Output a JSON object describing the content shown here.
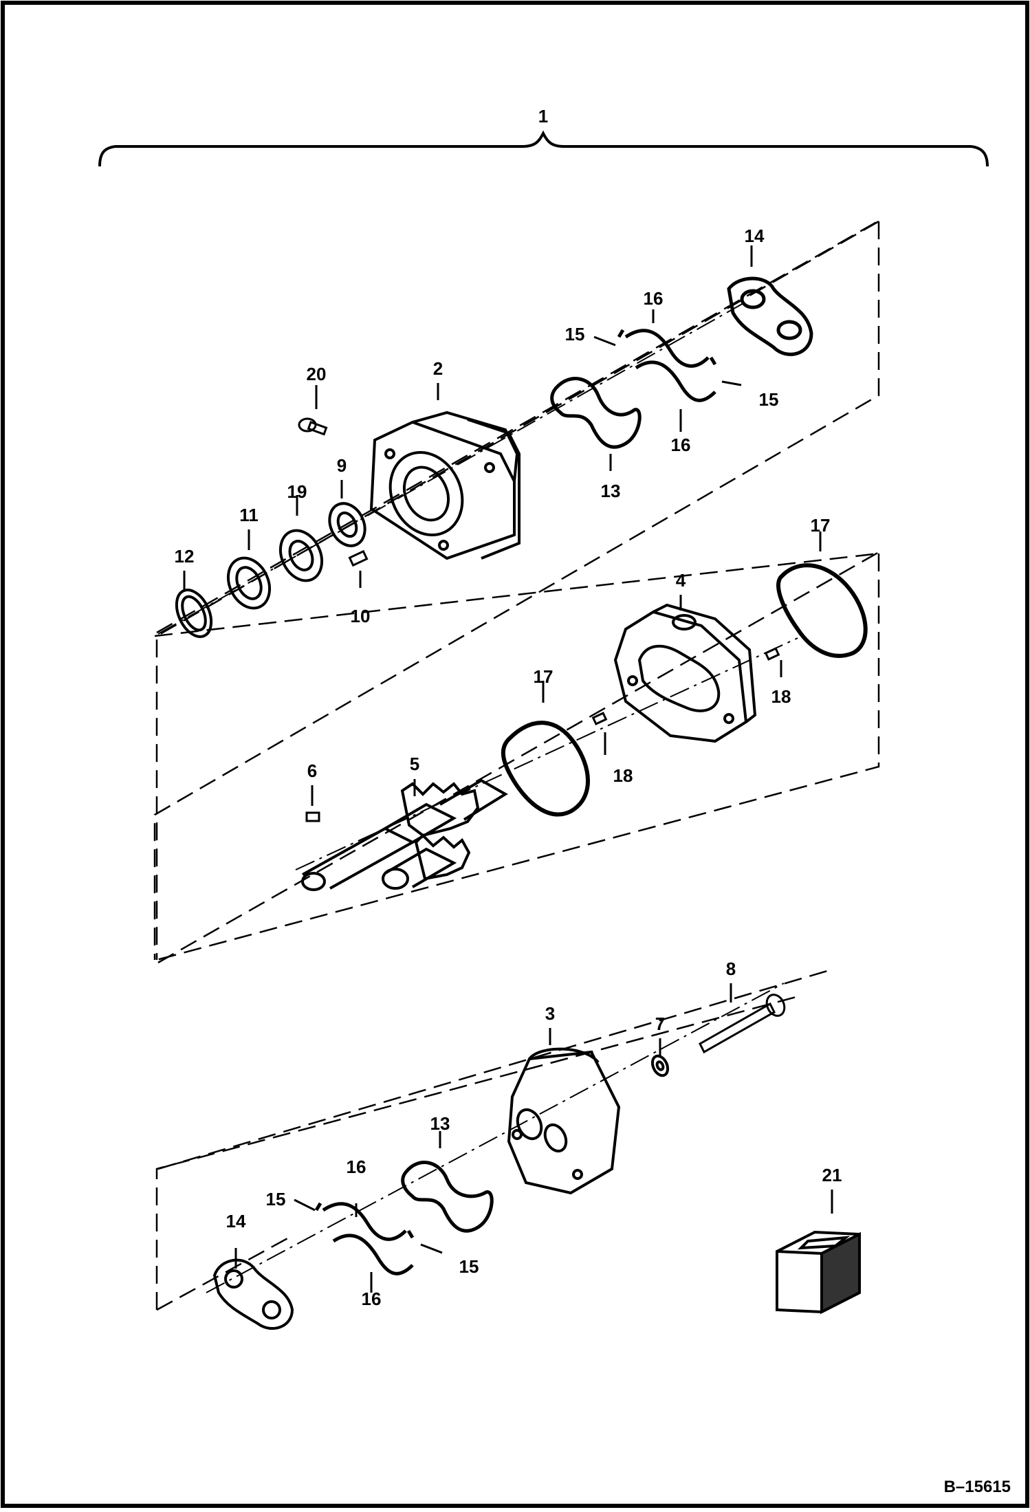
{
  "drawing": {
    "assembly_callout": "1",
    "reference_number": "B–15615"
  },
  "callouts": [
    {
      "id": "c2",
      "label": "2"
    },
    {
      "id": "c3",
      "label": "3"
    },
    {
      "id": "c4",
      "label": "4"
    },
    {
      "id": "c5",
      "label": "5"
    },
    {
      "id": "c6",
      "label": "6"
    },
    {
      "id": "c7",
      "label": "7"
    },
    {
      "id": "c8",
      "label": "8"
    },
    {
      "id": "c9",
      "label": "9"
    },
    {
      "id": "c10",
      "label": "10"
    },
    {
      "id": "c11",
      "label": "11"
    },
    {
      "id": "c12",
      "label": "12"
    },
    {
      "id": "c13a",
      "label": "13"
    },
    {
      "id": "c13b",
      "label": "13"
    },
    {
      "id": "c14a",
      "label": "14"
    },
    {
      "id": "c14b",
      "label": "14"
    },
    {
      "id": "c15a",
      "label": "15"
    },
    {
      "id": "c15b",
      "label": "15"
    },
    {
      "id": "c15c",
      "label": "15"
    },
    {
      "id": "c15d",
      "label": "15"
    },
    {
      "id": "c16a",
      "label": "16"
    },
    {
      "id": "c16b",
      "label": "16"
    },
    {
      "id": "c16c",
      "label": "16"
    },
    {
      "id": "c16d",
      "label": "16"
    },
    {
      "id": "c17a",
      "label": "17"
    },
    {
      "id": "c17b",
      "label": "17"
    },
    {
      "id": "c18a",
      "label": "18"
    },
    {
      "id": "c18b",
      "label": "18"
    },
    {
      "id": "c19",
      "label": "19"
    },
    {
      "id": "c20",
      "label": "20"
    },
    {
      "id": "c21",
      "label": "21"
    }
  ]
}
